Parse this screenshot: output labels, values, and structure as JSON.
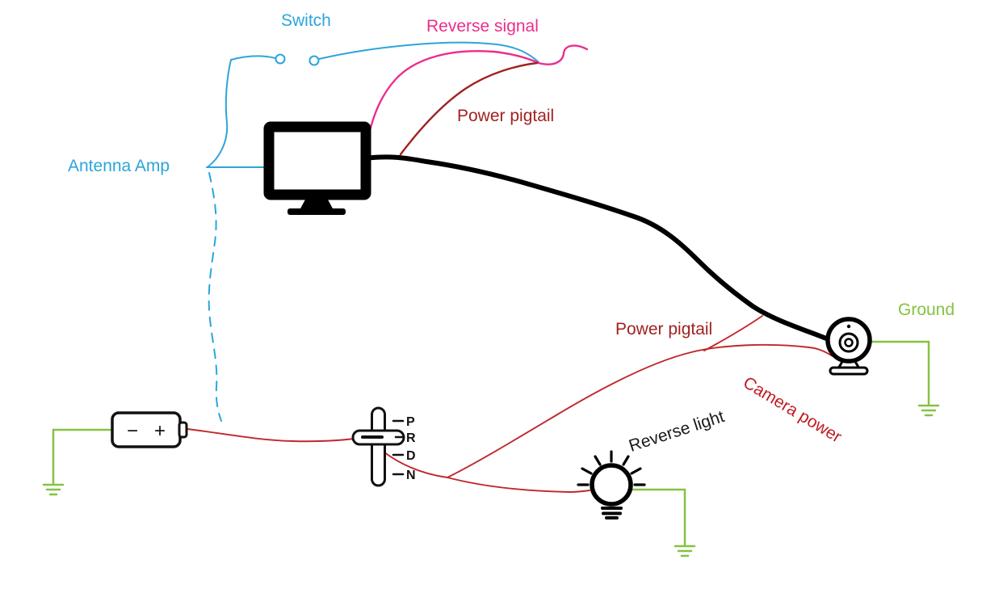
{
  "diagram": {
    "labels": {
      "switch": "Switch",
      "reverse_signal": "Reverse signal",
      "power_pigtail_top": "Power pigtail",
      "antenna_amp": "Antenna Amp",
      "ground": "Ground",
      "power_pigtail_mid": "Power pigtail",
      "camera_power": "Camera power",
      "reverse_light": "Reverse light"
    },
    "battery": {
      "negative": "−",
      "positive": "+"
    },
    "shifter_positions": [
      "P",
      "R",
      "D",
      "N"
    ],
    "colors": {
      "switch_wire_blue": "#2CA5DB",
      "reverse_signal_pink": "#EB2D8D",
      "power_pigtail_darkred": "#A12220",
      "power_wire_red": "#C0272D",
      "ground_green": "#84C342",
      "cable_black": "#000000"
    },
    "icons": {
      "monitor": "monitor-icon",
      "camera": "webcam-icon",
      "battery": "battery-icon",
      "shifter": "gear-shifter-icon",
      "bulb": "lightbulb-icon",
      "ground": "ground-symbol-icon",
      "switch_contact": "switch-contact-icon"
    }
  }
}
